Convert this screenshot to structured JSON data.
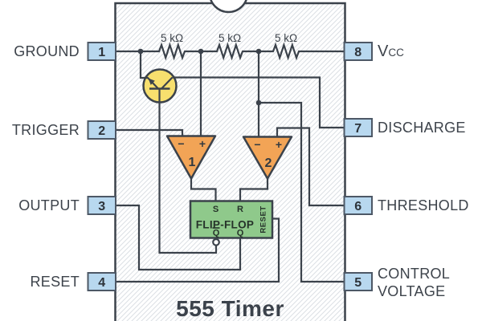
{
  "title": "555 Timer",
  "pins": {
    "left": [
      {
        "number": "1",
        "label": "GROUND"
      },
      {
        "number": "2",
        "label": "TRIGGER"
      },
      {
        "number": "3",
        "label": "OUTPUT"
      },
      {
        "number": "4",
        "label": "RESET"
      }
    ],
    "right": [
      {
        "number": "8",
        "label_main": "V",
        "label_sub": "CC"
      },
      {
        "number": "7",
        "label": "DISCHARGE"
      },
      {
        "number": "6",
        "label": "THRESHOLD"
      },
      {
        "number": "5",
        "label_line1": "CONTROL",
        "label_line2": "VOLTAGE"
      }
    ]
  },
  "resistors": [
    {
      "value": "5 kΩ"
    },
    {
      "value": "5 kΩ"
    },
    {
      "value": "5 kΩ"
    }
  ],
  "comparators": [
    {
      "number": "1",
      "minus": "−",
      "plus": "+"
    },
    {
      "number": "2",
      "minus": "−",
      "plus": "+"
    }
  ],
  "flip_flop": {
    "label": "FLIP-FLOP",
    "s": "S",
    "r": "R",
    "q_bar": "Q",
    "q": "Q",
    "reset": "RESET"
  },
  "colors": {
    "wire": "#3b424b",
    "pin_fill": "#b8d8ef",
    "pin_border": "#4d5866",
    "comparator_fill": "#f2a456",
    "transistor_fill": "#f7df6e",
    "flip_flop_fill": "#8fc98b",
    "hatch": "#dde1e5",
    "label_text": "#3d434b"
  }
}
